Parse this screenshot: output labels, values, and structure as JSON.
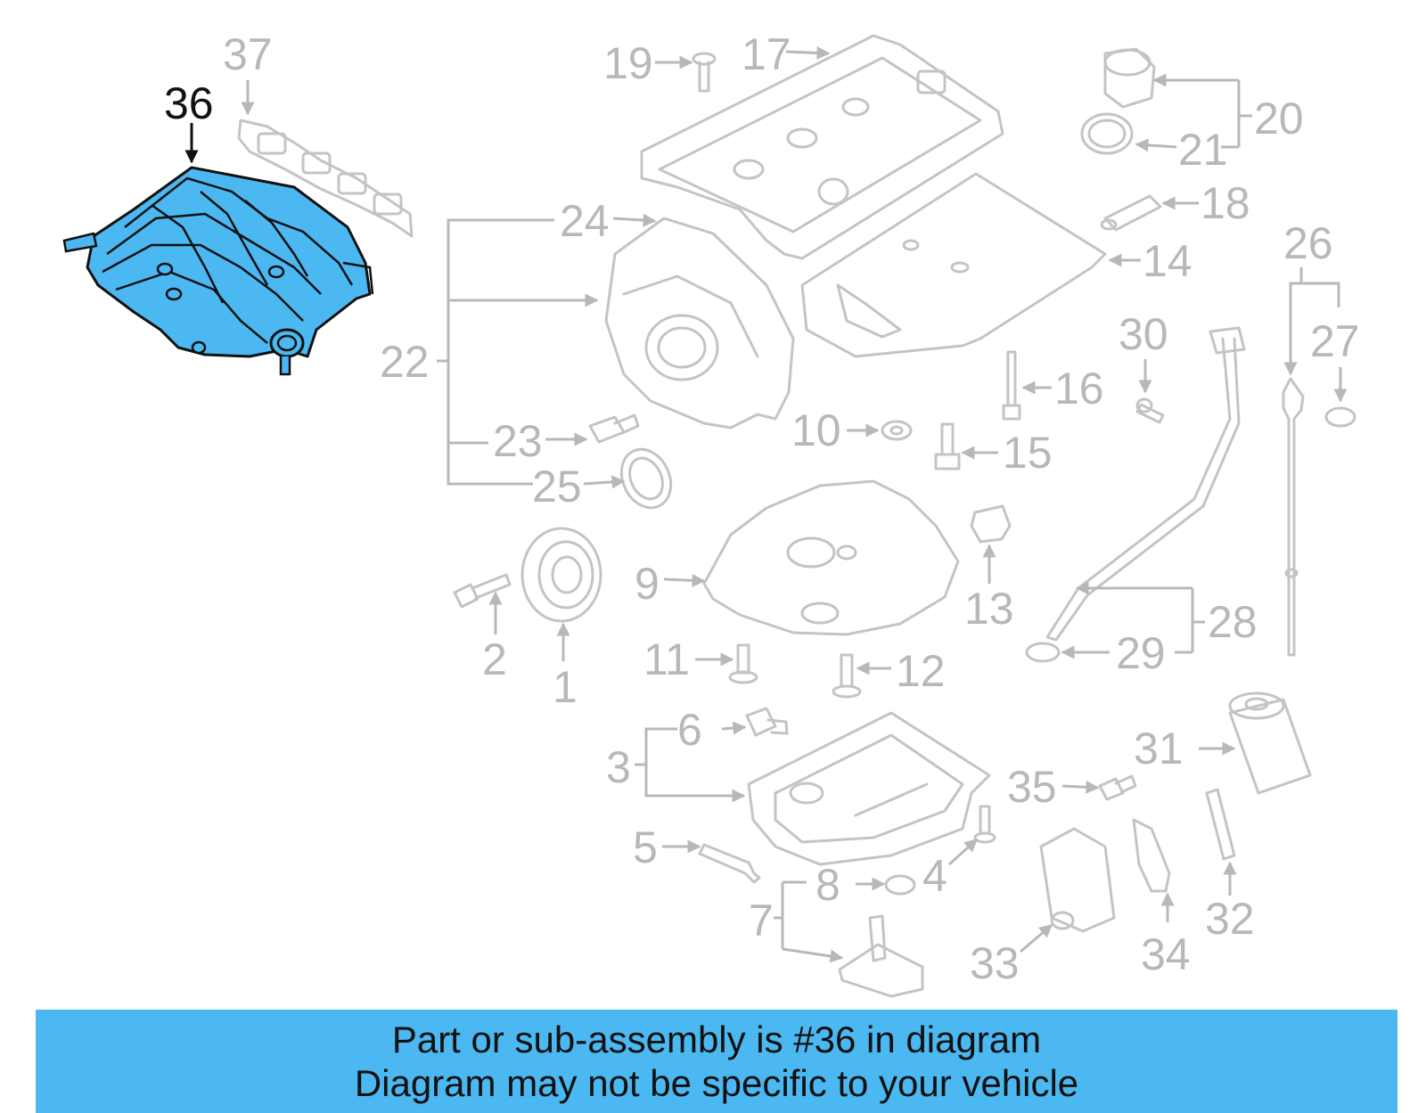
{
  "diagram": {
    "highlighted_part": "36",
    "highlight_color": "#4bb8f2",
    "callouts": [
      "1",
      "2",
      "3",
      "4",
      "5",
      "6",
      "7",
      "8",
      "9",
      "10",
      "11",
      "12",
      "13",
      "14",
      "15",
      "16",
      "17",
      "18",
      "19",
      "20",
      "21",
      "22",
      "23",
      "24",
      "25",
      "26",
      "27",
      "28",
      "29",
      "30",
      "31",
      "32",
      "33",
      "34",
      "35",
      "36",
      "37"
    ]
  },
  "banner": {
    "line1": "Part or sub-assembly is #36 in diagram",
    "line2": "Diagram may not be specific to your vehicle"
  }
}
